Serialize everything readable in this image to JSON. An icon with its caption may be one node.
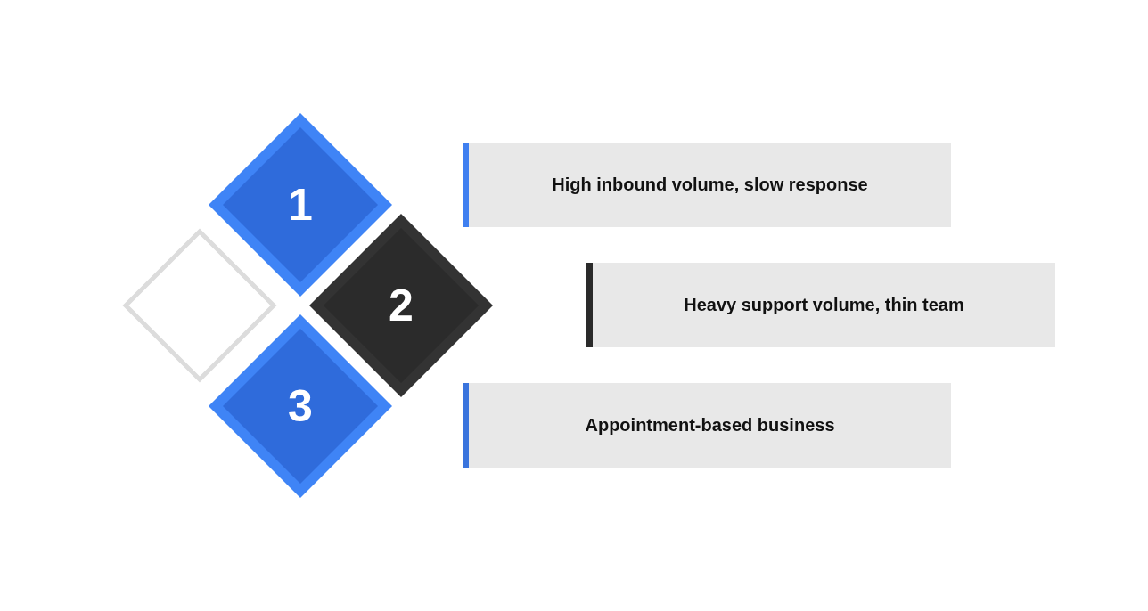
{
  "diagram": {
    "nodes": [
      {
        "text": [
          "1"
        ]
      },
      {
        "text": [],
        "shape": "diamond"
      },
      {
        "text": [
          "2"
        ]
      },
      {
        "text": [
          "3"
        ]
      },
      {
        "text": [
          "High inbound volume, slow response"
        ]
      },
      {
        "text": [
          "Heavy support volume, thin team"
        ]
      },
      {
        "text": [
          "Appointment-based business"
        ]
      }
    ]
  }
}
